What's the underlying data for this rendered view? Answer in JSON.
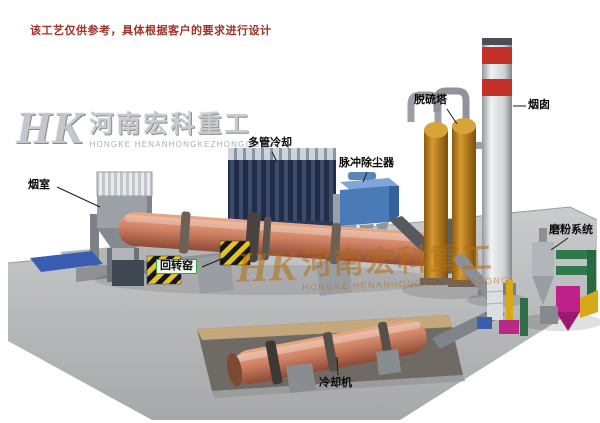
{
  "disclaimer": "该工艺仅供参考，具体根据客户的要求进行设计",
  "logo": {
    "monogram": "HK",
    "brand_cn": "河南宏科重工",
    "brand_en": "HONGKE HENANHONGKEZHONGGONG"
  },
  "watermark": {
    "monogram": "HK",
    "text_cn": "河南宏科重工",
    "text_en": "HONGKE HENANHONGKEZHONGGONG"
  },
  "labels": {
    "smoke_chamber": "烟室",
    "multi_tube_cooler": "多管冷却",
    "pulse_dust_collector": "脉冲除尘器",
    "desulfurization_tower": "脱硫塔",
    "chimney": "烟囱",
    "grinding_system": "磨粉系统",
    "rotary_kiln": "回转窑",
    "cooling_machine": "冷却机"
  },
  "colors": {
    "kiln_shell": "#cf8264",
    "dust_collector_blue": "#4a7ab8",
    "tower_orange": "#c8871f",
    "chimney_band_red": "#c23028",
    "base_plate_blue": "#3a5db2",
    "green_pipe": "#2f7a4a",
    "magenta_unit": "#c0208a",
    "yellow_duct": "#d8a818",
    "platform_gray": "#b4b6b8",
    "watermark_orange": "#b46d12",
    "disclaimer_red": "#a03226"
  }
}
